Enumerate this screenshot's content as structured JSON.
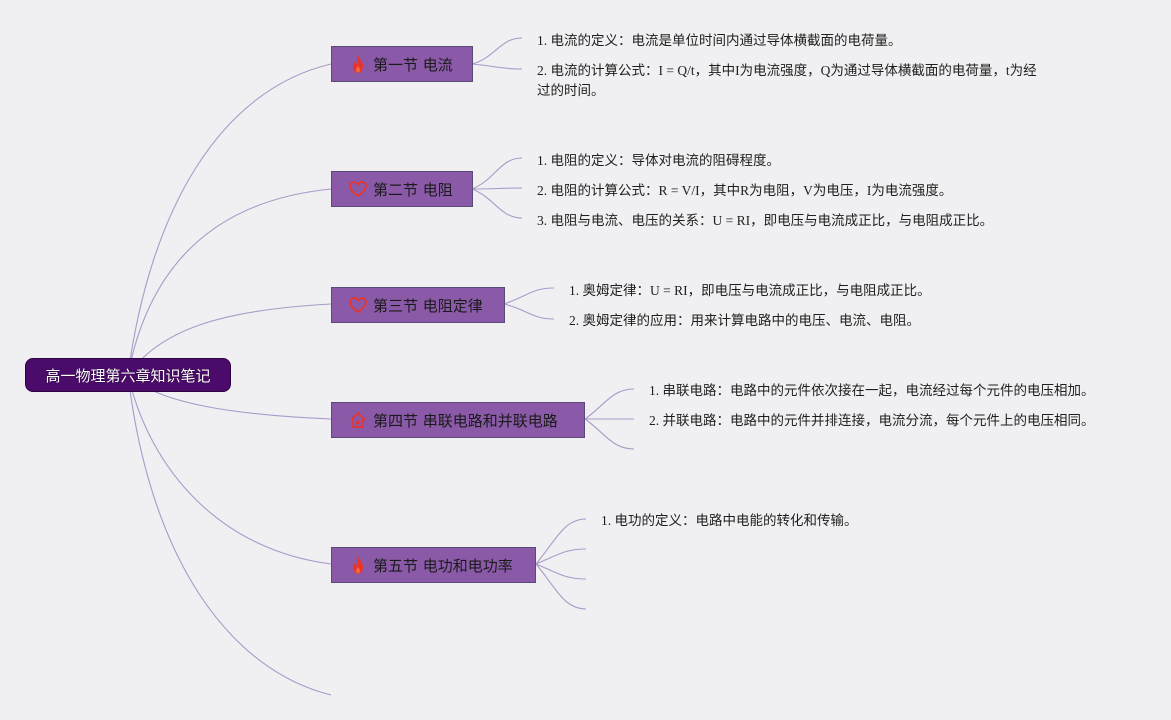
{
  "root": {
    "title": "高一物理第六章知识笔记"
  },
  "sections": [
    {
      "title": "第一节 电流",
      "icon": "fire-icon",
      "items": [
        "1. 电流的定义：电流是单位时间内通过导体横截面的电荷量。",
        "2. 电流的计算公式：I = Q/t，其中I为电流强度，Q为通过导体横截面的电荷量，t为经过的时间。"
      ]
    },
    {
      "title": "第二节 电阻",
      "icon": "heart-icon",
      "items": [
        "1. 电阻的定义：导体对电流的阻碍程度。",
        "2. 电阻的计算公式：R = V/I，其中R为电阻，V为电压，I为电流强度。",
        "3. 电阻与电流、电压的关系：U = RI，即电压与电流成正比，与电阻成正比。"
      ]
    },
    {
      "title": "第三节 电阻定律",
      "icon": "heart-icon",
      "items": [
        "1. 奥姆定律：U = RI，即电压与电流成正比，与电阻成正比。",
        "2. 奥姆定律的应用：用来计算电路中的电压、电流、电阻。"
      ]
    },
    {
      "title": "第四节 串联电路和并联电路",
      "icon": "house-icon",
      "items": [
        "1. 串联电路：电路中的元件依次接在一起，电流经过每个元件的电压相加。",
        "2. 并联电路：电路中的元件并排连接，电流分流，每个元件上的电压相同。"
      ]
    },
    {
      "title": "第五节 电功和电功率",
      "icon": "fire-icon",
      "items": [
        "1. 电功的定义：电路中电能的转化和传输。"
      ]
    }
  ],
  "colors": {
    "root_fill": "#4b0b6b",
    "section_fill": "#8a5aa8",
    "line": "#a99bc8",
    "icon_red": "#e8342b"
  }
}
